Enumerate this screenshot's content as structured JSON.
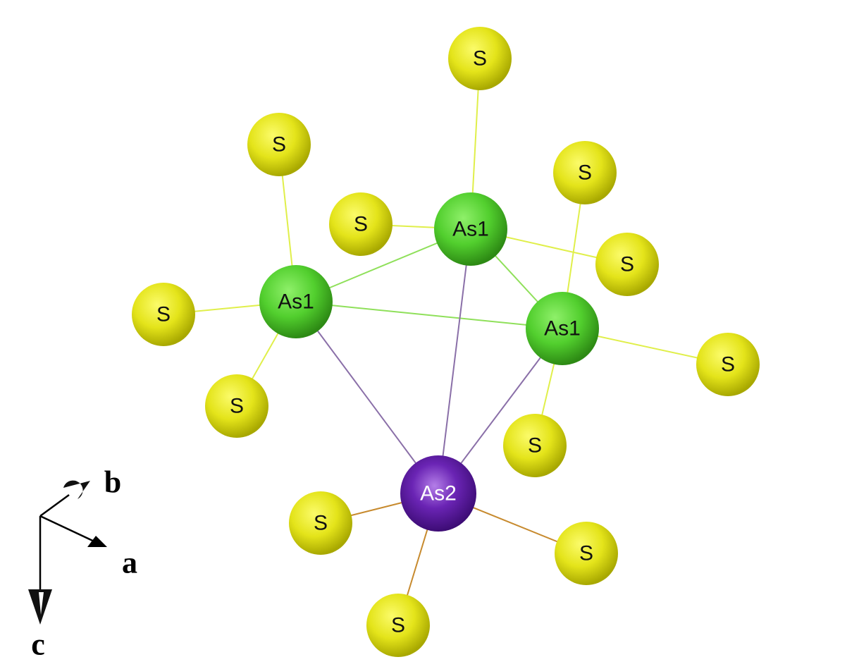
{
  "colors": {
    "background": "#ffffff",
    "S": "#d6d600",
    "As1": "#4ccd2c",
    "As2": "#5a1a9e",
    "bond_As1_S": "#e0ef4a",
    "bond_As1_As1": "#8fe05a",
    "bond_As1_As2": "#8a6fa8",
    "bond_As2_S": "#c78a2e"
  },
  "atoms": {
    "as1_top": {
      "label": "As1",
      "element": "As1"
    },
    "as1_left": {
      "label": "As1",
      "element": "As1"
    },
    "as1_right": {
      "label": "As1",
      "element": "As1"
    },
    "as2": {
      "label": "As2",
      "element": "As2"
    },
    "s_top": {
      "label": "S",
      "element": "S"
    },
    "s_upper_left": {
      "label": "S",
      "element": "S"
    },
    "s_mid_left": {
      "label": "S",
      "element": "S"
    },
    "s_far_left": {
      "label": "S",
      "element": "S"
    },
    "s_lower_left": {
      "label": "S",
      "element": "S"
    },
    "s_upper_right": {
      "label": "S",
      "element": "S"
    },
    "s_right_of_top": {
      "label": "S",
      "element": "S"
    },
    "s_far_right": {
      "label": "S",
      "element": "S"
    },
    "s_below_right": {
      "label": "S",
      "element": "S"
    },
    "s_as2_left": {
      "label": "S",
      "element": "S"
    },
    "s_as2_right": {
      "label": "S",
      "element": "S"
    },
    "s_as2_bottom": {
      "label": "S",
      "element": "S"
    }
  },
  "bonds": [
    [
      "as1_top",
      "s_top"
    ],
    [
      "as1_top",
      "s_mid_left"
    ],
    [
      "as1_top",
      "s_right_of_top"
    ],
    [
      "as1_left",
      "s_upper_left"
    ],
    [
      "as1_left",
      "s_far_left"
    ],
    [
      "as1_left",
      "s_lower_left"
    ],
    [
      "as1_right",
      "s_upper_right"
    ],
    [
      "as1_right",
      "s_far_right"
    ],
    [
      "as1_right",
      "s_below_right"
    ],
    [
      "as1_top",
      "as1_left"
    ],
    [
      "as1_top",
      "as1_right"
    ],
    [
      "as1_left",
      "as1_right"
    ],
    [
      "as1_top",
      "as2"
    ],
    [
      "as1_left",
      "as2"
    ],
    [
      "as1_right",
      "as2"
    ],
    [
      "as2",
      "s_as2_left"
    ],
    [
      "as2",
      "s_as2_right"
    ],
    [
      "as2",
      "s_as2_bottom"
    ]
  ],
  "axes": {
    "a": "a",
    "b": "b",
    "c": "c"
  }
}
